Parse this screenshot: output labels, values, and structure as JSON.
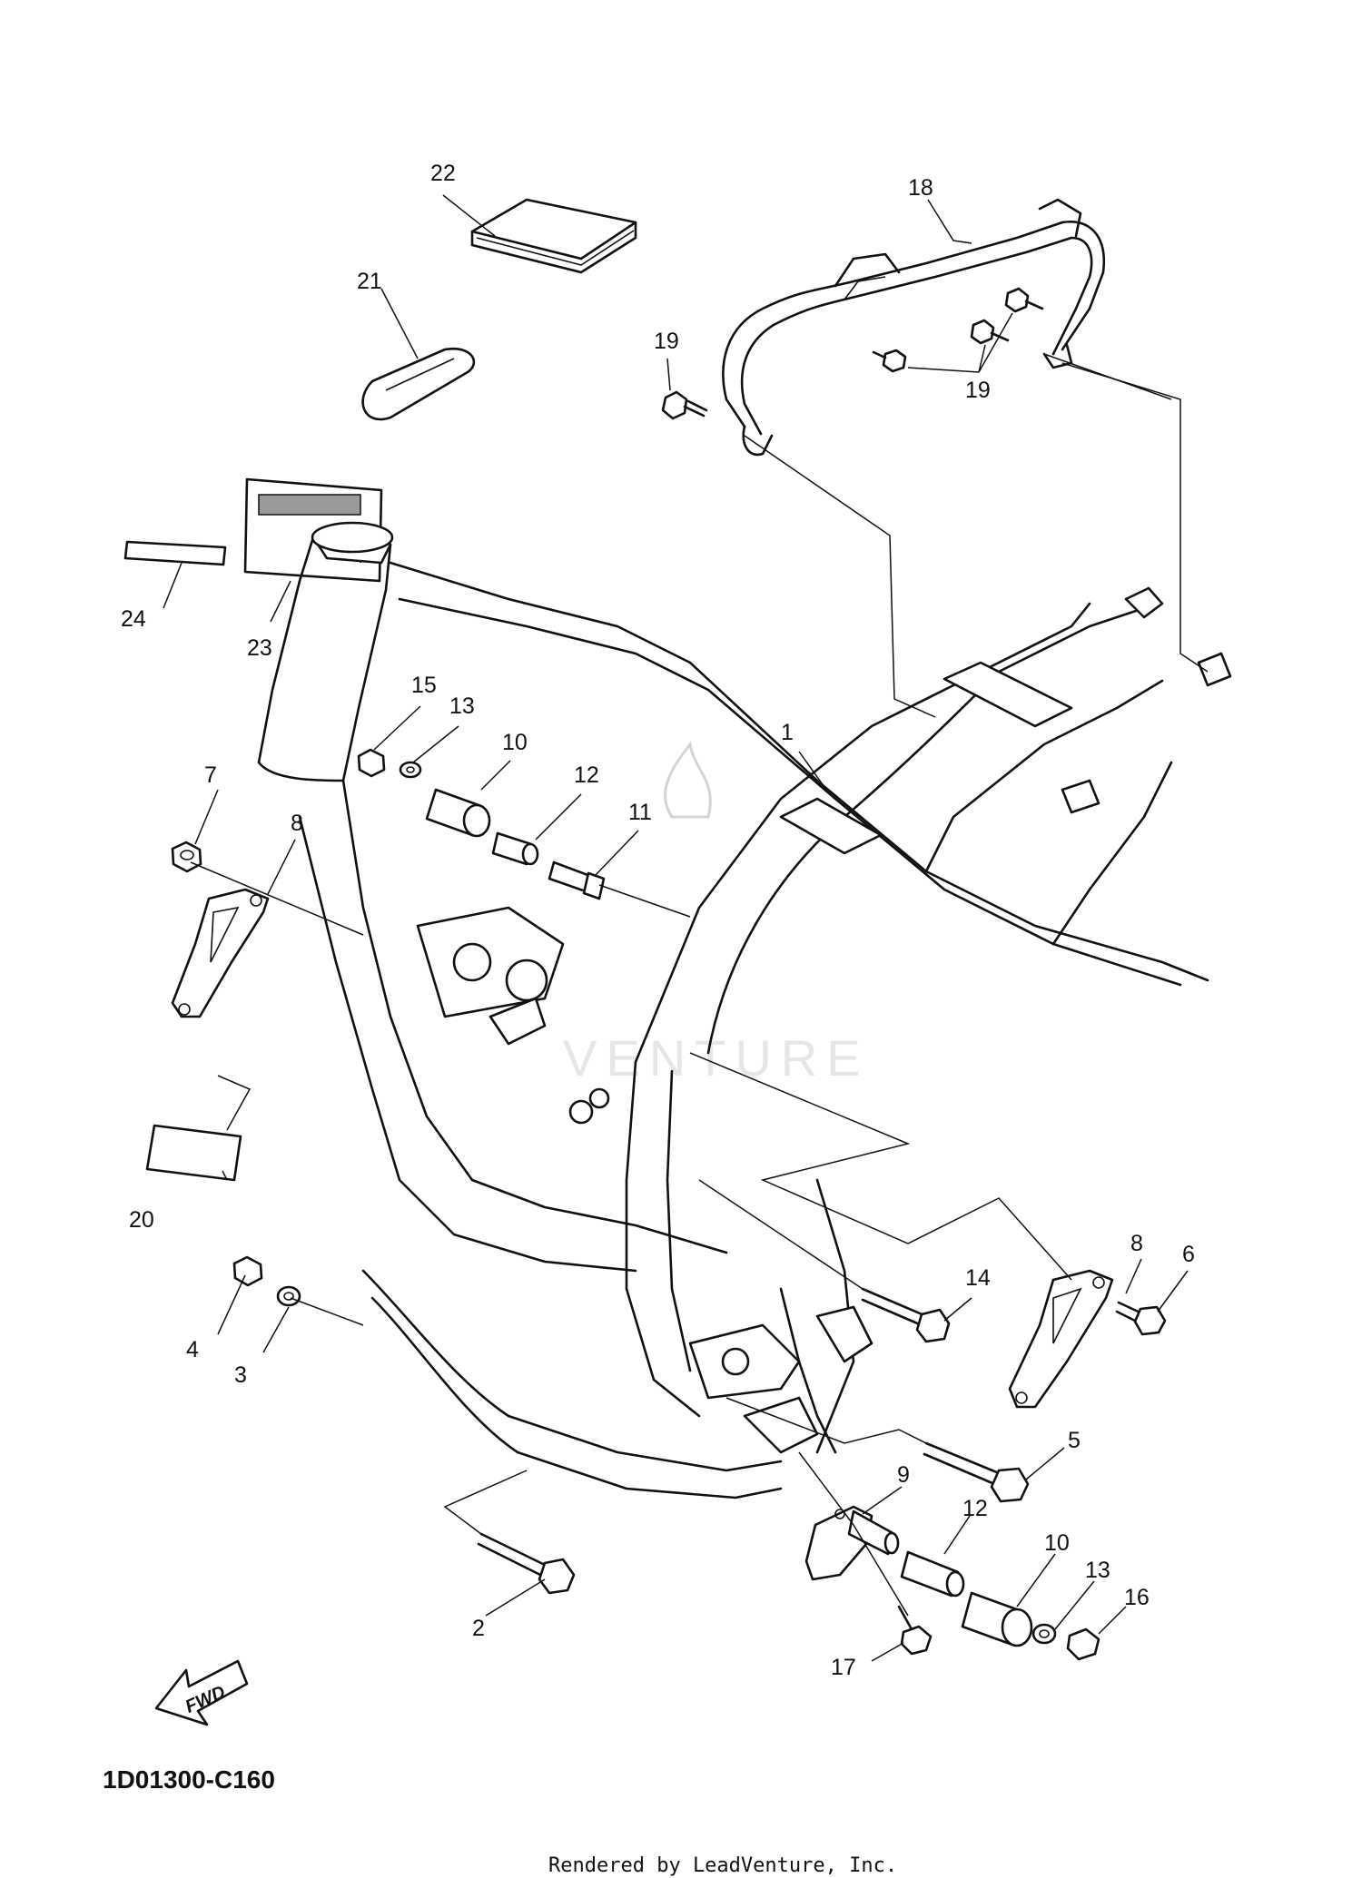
{
  "diagram": {
    "code": "1D01300-C160",
    "footer": "Rendered by LeadVenture, Inc.",
    "fwd_label": "FWD",
    "callouts": {
      "c1": "1",
      "c2": "2",
      "c3": "3",
      "c4": "4",
      "c5": "5",
      "c6": "6",
      "c7": "7",
      "c8a": "8",
      "c8b": "8",
      "c9": "9",
      "c10a": "10",
      "c10b": "10",
      "c11": "11",
      "c12a": "12",
      "c12b": "12",
      "c13a": "13",
      "c13b": "13",
      "c14": "14",
      "c15": "15",
      "c16": "16",
      "c17": "17",
      "c18": "18",
      "c19a": "19",
      "c19b": "19",
      "c20": "20",
      "c21": "21",
      "c22": "22",
      "c23": "23",
      "c24": "24"
    }
  }
}
